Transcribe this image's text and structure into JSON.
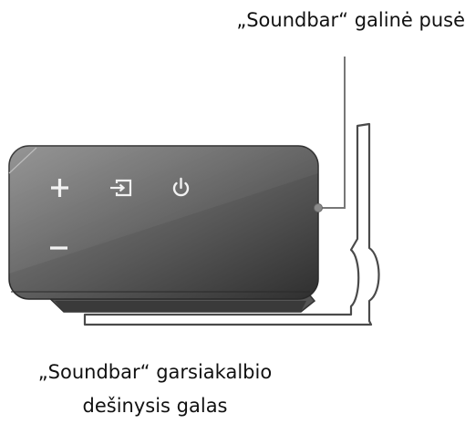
{
  "labels": {
    "rear_side": "„Soundbar“ galinė pusė",
    "right_end_line1": "„Soundbar“ garsiakalbio",
    "right_end_line2": "dešinysis galas"
  },
  "buttons": [
    {
      "icon": "plus-icon",
      "glyph": "+"
    },
    {
      "icon": "source-icon",
      "glyph": "⇥"
    },
    {
      "icon": "power-icon",
      "glyph": "⏻"
    },
    {
      "icon": "minus-icon",
      "glyph": "−"
    }
  ],
  "colors": {
    "device_top": "#7a7a7a",
    "device_bottom": "#3c3c3c",
    "bracket_fill": "#ffffff",
    "bracket_stroke": "#4a4a4a",
    "leader_line": "#777777"
  }
}
